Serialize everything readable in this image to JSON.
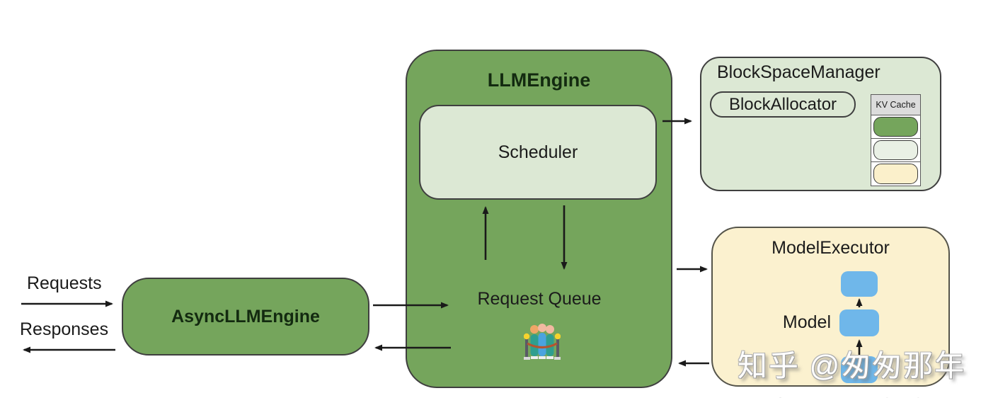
{
  "left_flow": {
    "requests_label": "Requests",
    "responses_label": "Responses"
  },
  "async_llm_engine": {
    "title": "AsyncLLMEngine"
  },
  "llm_engine": {
    "title": "LLMEngine",
    "scheduler_label": "Scheduler",
    "request_queue_label": "Request Queue",
    "queue_icon": "people-queue-icon"
  },
  "block_space_manager": {
    "title": "BlockSpaceManager",
    "block_allocator_label": "BlockAllocator",
    "kv_cache": {
      "header": "KV Cache",
      "cells": [
        "#75a55c",
        "#e9f0e5",
        "#fbf0cb"
      ]
    }
  },
  "model_executor": {
    "title": "ModelExecutor",
    "model_label": "Model",
    "block_color": "#6fb7ea",
    "block_count": 3
  },
  "colors": {
    "engine_green": "#75a55c",
    "light_green": "#dce8d4",
    "cream": "#fbf1cf",
    "kv_header_gray": "#dcdcdc",
    "arrow_black": "#1a1a1a"
  },
  "watermark": {
    "text": "知乎 @匆匆那年"
  }
}
